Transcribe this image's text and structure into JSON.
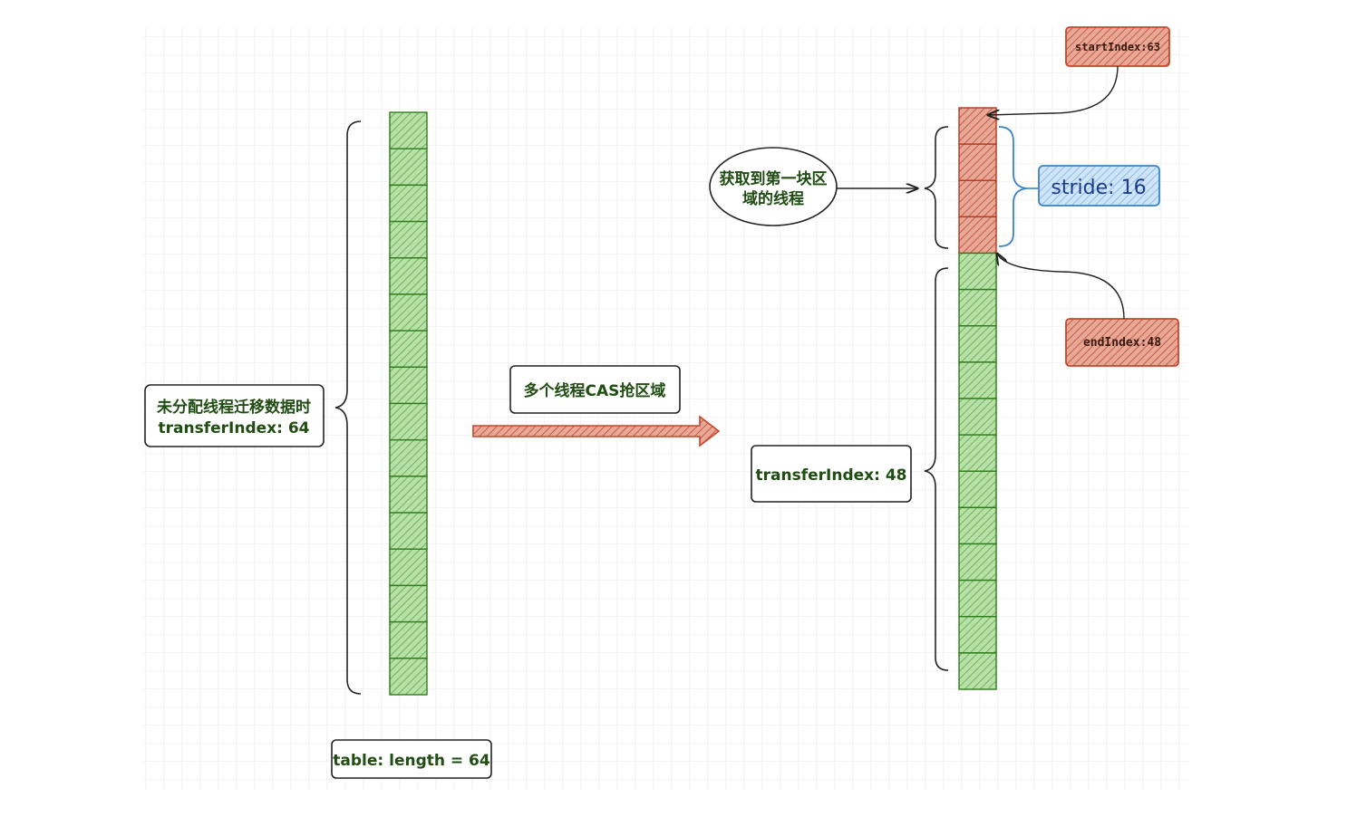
{
  "colors": {
    "green_fill": "#8ecf7e",
    "green_stroke": "#2e7d1c",
    "red_fill": "#d0705a",
    "red_stroke": "#b33a1e",
    "blue_fill": "#a8cdf0",
    "blue_stroke": "#3a82c6",
    "label_text": "#1f4d12",
    "grid": "#e8e8e8"
  },
  "left_table": {
    "length_label": "table: length = 64",
    "brace_label_line1": "未分配线程迁移数据时",
    "brace_label_line2": "transferIndex: 64",
    "segments": 16
  },
  "arrow": {
    "label": "多个线程CAS抢区域"
  },
  "right_table": {
    "segments": 16,
    "claimed_segments": 4,
    "thread_label_line1": "获取到第一块区",
    "thread_label_line2": "域的线程",
    "transfer_index_label": "transferIndex: 48",
    "start_index_label": "startIndex:63",
    "end_index_label": "endIndex:48",
    "stride_label": "stride: 16"
  }
}
